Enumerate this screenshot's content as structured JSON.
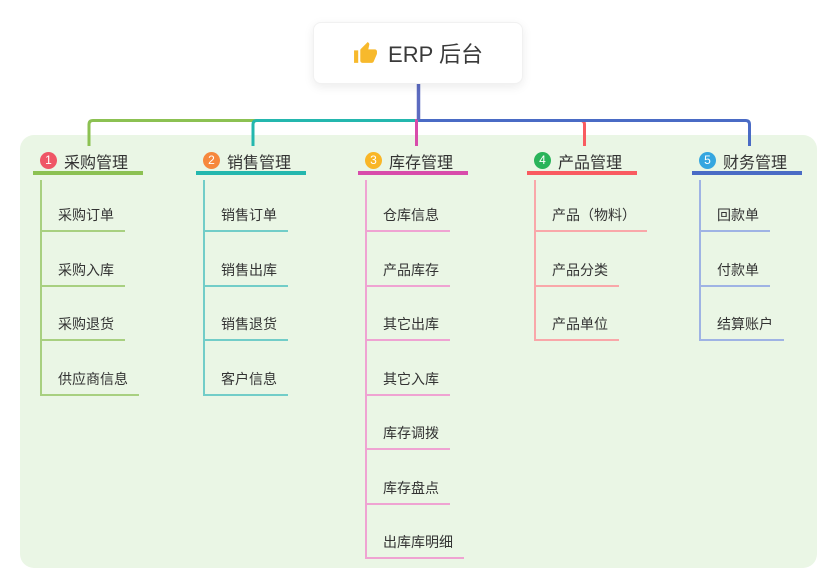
{
  "root": {
    "label": "ERP 后台",
    "icon": "thumbs-up-icon"
  },
  "branches": [
    {
      "badge": "1",
      "label": "采购管理",
      "badge_color": "#ef5666",
      "line_color": "#8cc152",
      "child_line_color": "#a8d080",
      "children": [
        "采购订单",
        "采购入库",
        "采购退货",
        "供应商信息"
      ]
    },
    {
      "badge": "2",
      "label": "销售管理",
      "badge_color": "#f6883d",
      "line_color": "#24b7ae",
      "child_line_color": "#72cdc8",
      "children": [
        "销售订单",
        "销售出库",
        "销售退货",
        "客户信息"
      ]
    },
    {
      "badge": "3",
      "label": "库存管理",
      "badge_color": "#f9b626",
      "line_color": "#d84cab",
      "child_line_color": "#efa3d2",
      "children": [
        "仓库信息",
        "产品库存",
        "其它出库",
        "其它入库",
        "库存调拨",
        "库存盘点",
        "出库库明细"
      ]
    },
    {
      "badge": "4",
      "label": "产品管理",
      "badge_color": "#2ab45a",
      "line_color": "#f95b60",
      "child_line_color": "#f9a7a9",
      "children": [
        "产品（物料）",
        "产品分类",
        "产品单位"
      ]
    },
    {
      "badge": "5",
      "label": "财务管理",
      "badge_color": "#35a6e0",
      "line_color": "#4a6bc5",
      "child_line_color": "#9fb3e4",
      "children": [
        "回款单",
        "付款单",
        "结算账户"
      ]
    }
  ],
  "colors": {
    "canvas": "#ffffff",
    "panel": "#eaf6e5",
    "root_line": "#5c6bc0",
    "icon_color": "#f7b92c",
    "text": "#333333"
  }
}
